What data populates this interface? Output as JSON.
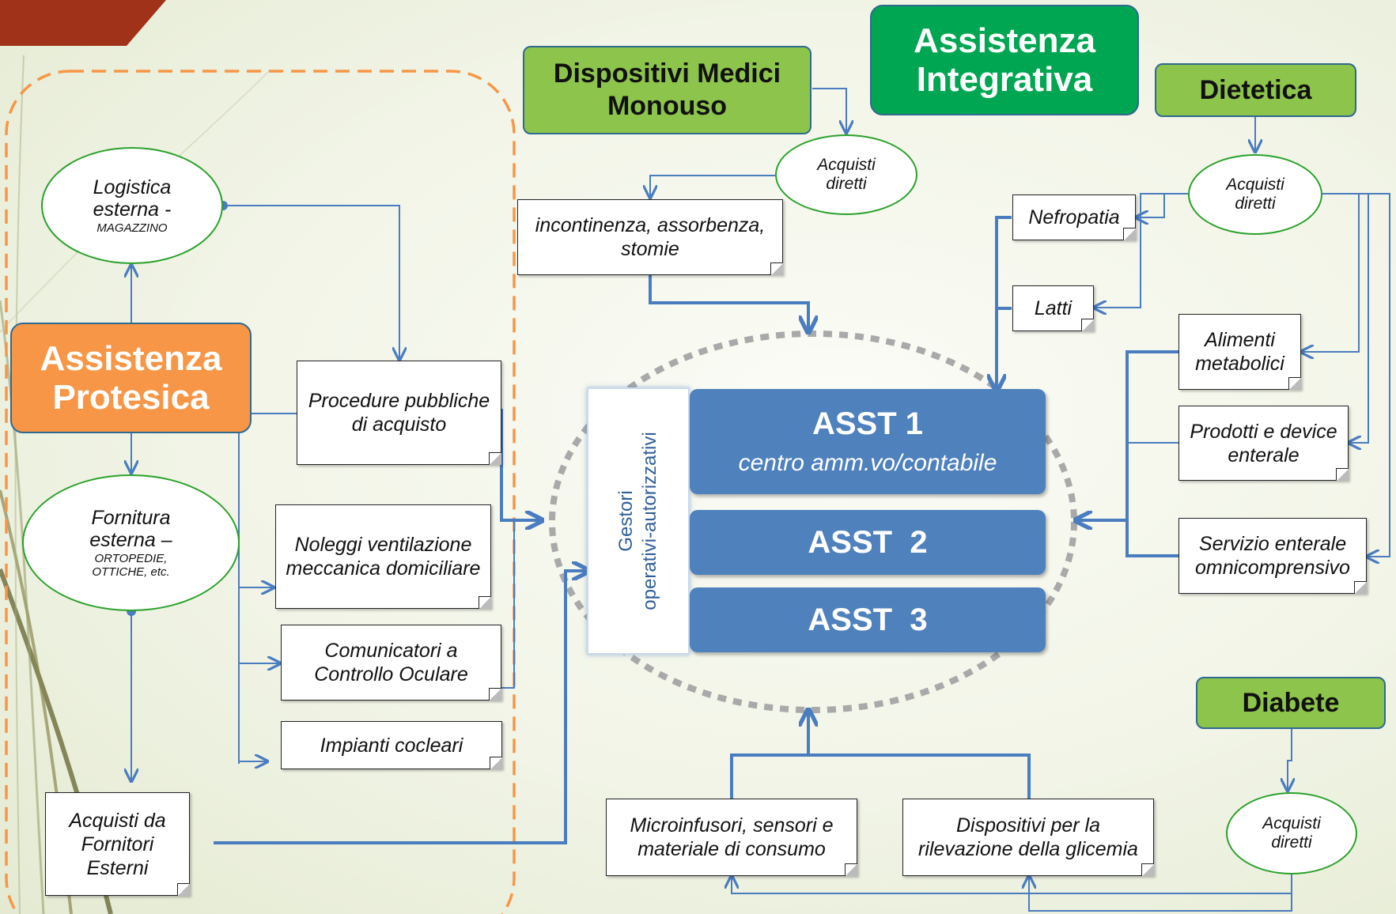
{
  "titles": {
    "assistenza_integrativa": "Assistenza Integrativa",
    "assistenza_protesica": "Assistenza Protesica",
    "dispositivi_medici": "Dispositivi Medici Monouso",
    "dietetica": "Dietetica",
    "diabete": "Diabete"
  },
  "ovals": {
    "logistica_line1": "Logistica",
    "logistica_line2": "esterna -",
    "logistica_sub": "MAGAZZINO",
    "fornitura_line1": "Fornitura",
    "fornitura_line2": "esterna –",
    "fornitura_sub1": "ORTOPEDIE,",
    "fornitura_sub2": "OTTICHE, etc.",
    "acquisti_diretti": "Acquisti diretti"
  },
  "boxes": {
    "procedure": "Procedure pubbliche di acquisto",
    "noleggi": "Noleggi ventilazione meccanica domiciliare",
    "comunicatori": "Comunicatori a Controllo Oculare",
    "impianti": "Impianti cocleari",
    "acquisti_fornitori": "Acquisti da Fornitori Esterni",
    "incontinenza": "incontinenza, assorbenza, stomie",
    "nefropatia": "Nefropatia",
    "latti": "Latti",
    "alimenti": "Alimenti metabolici",
    "prodotti": "Prodotti e device enterale",
    "servizio": "Servizio enterale omnicomprensivo",
    "microinfusori": "Microinfusori, sensori e materiale di consumo",
    "dispositivi_glicemia": "Dispositivi per la rilevazione della glicemia"
  },
  "center": {
    "gestori_line1": "Gestori",
    "gestori_line2": "operativi-autorizzativi",
    "asst1": "ASST 1",
    "asst1_sub": "centro amm.vo/contabile",
    "asst2": "ASST  2",
    "asst3": "ASST  3"
  },
  "colors": {
    "green_title": "#8dc44b",
    "green_dark": "#00a651",
    "orange": "#f79646",
    "blue": "#4f81bd",
    "line_blue": "#4a7cc0"
  }
}
